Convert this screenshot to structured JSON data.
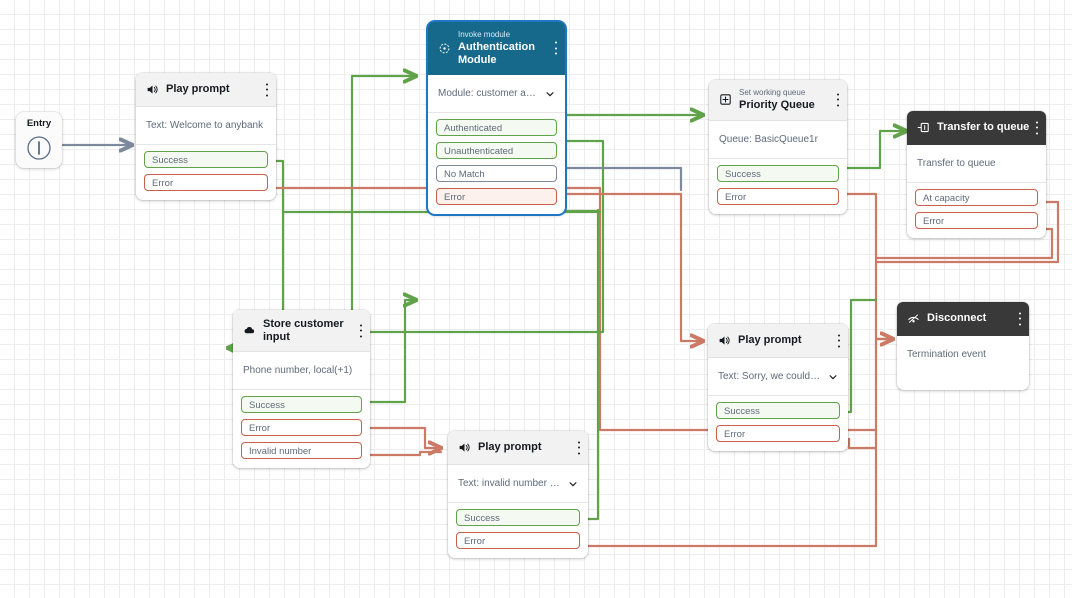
{
  "canvas": {
    "grid": true,
    "background": "#ffffff",
    "grid_color": "#ededed"
  },
  "colors": {
    "edge_success": "#61a34a",
    "edge_error": "#cc7a66",
    "edge_neutral": "#7d899c",
    "header_default": "#f2f2f2",
    "header_dark": "#393939",
    "header_teal": "#17698c",
    "selection": "#1f76c4"
  },
  "entry": {
    "label": "Entry",
    "icon": "flow-start-icon"
  },
  "nodes": [
    {
      "id": "play-prompt-welcome",
      "icon": "speaker-icon",
      "title": "Play prompt",
      "subtitle": "",
      "body": "Text: Welcome to anybank",
      "has_chevron": false,
      "selected": false,
      "header_style": "light",
      "ports": [
        {
          "label": "Success",
          "type": "green"
        },
        {
          "label": "Error",
          "type": "red"
        }
      ]
    },
    {
      "id": "authentication-module",
      "icon": "invoke-module-icon",
      "title": "Authentication Module",
      "subtitle": "Invoke module",
      "body": "Module: customer authen...",
      "has_chevron": true,
      "selected": true,
      "header_style": "teal",
      "ports": [
        {
          "label": "Authenticated",
          "type": "green"
        },
        {
          "label": "Unauthenticated",
          "type": "green"
        },
        {
          "label": "No Match",
          "type": "gray"
        },
        {
          "label": "Error",
          "type": "red filled"
        }
      ]
    },
    {
      "id": "priority-queue",
      "icon": "set-working-queue-icon",
      "title": "Priority Queue",
      "subtitle": "Set working queue",
      "body": "Queue: BasicQueue1r",
      "has_chevron": false,
      "selected": false,
      "header_style": "light",
      "ports": [
        {
          "label": "Success",
          "type": "green"
        },
        {
          "label": "Error",
          "type": "red"
        }
      ]
    },
    {
      "id": "transfer-to-queue",
      "icon": "transfer-to-queue-icon",
      "title": "Transfer to queue",
      "subtitle": "",
      "body": "Transfer to queue",
      "has_chevron": false,
      "selected": false,
      "header_style": "dark",
      "ports": [
        {
          "label": "At capacity",
          "type": "red"
        },
        {
          "label": "Error",
          "type": "red"
        }
      ]
    },
    {
      "id": "store-customer-input",
      "icon": "store-input-icon",
      "title": "Store customer input",
      "subtitle": "",
      "body": "Phone number, local(+1)",
      "has_chevron": false,
      "selected": false,
      "header_style": "light",
      "ports": [
        {
          "label": "Success",
          "type": "green"
        },
        {
          "label": "Error",
          "type": "red"
        },
        {
          "label": "Invalid number",
          "type": "red"
        }
      ]
    },
    {
      "id": "play-prompt-invalid",
      "icon": "speaker-icon",
      "title": "Play prompt",
      "subtitle": "",
      "body": "Text: invalid number or s...",
      "has_chevron": true,
      "selected": false,
      "header_style": "light",
      "ports": [
        {
          "label": "Success",
          "type": "green"
        },
        {
          "label": "Error",
          "type": "red"
        }
      ]
    },
    {
      "id": "play-prompt-sorry",
      "icon": "speaker-icon",
      "title": "Play prompt",
      "subtitle": "",
      "body": "Text: Sorry, we could not...",
      "has_chevron": true,
      "selected": false,
      "header_style": "light",
      "ports": [
        {
          "label": "Success",
          "type": "green"
        },
        {
          "label": "Error",
          "type": "red"
        }
      ]
    },
    {
      "id": "disconnect",
      "icon": "disconnect-icon",
      "title": "Disconnect",
      "subtitle": "",
      "body": "Termination event",
      "has_chevron": false,
      "selected": false,
      "header_style": "dark",
      "ports": []
    }
  ]
}
